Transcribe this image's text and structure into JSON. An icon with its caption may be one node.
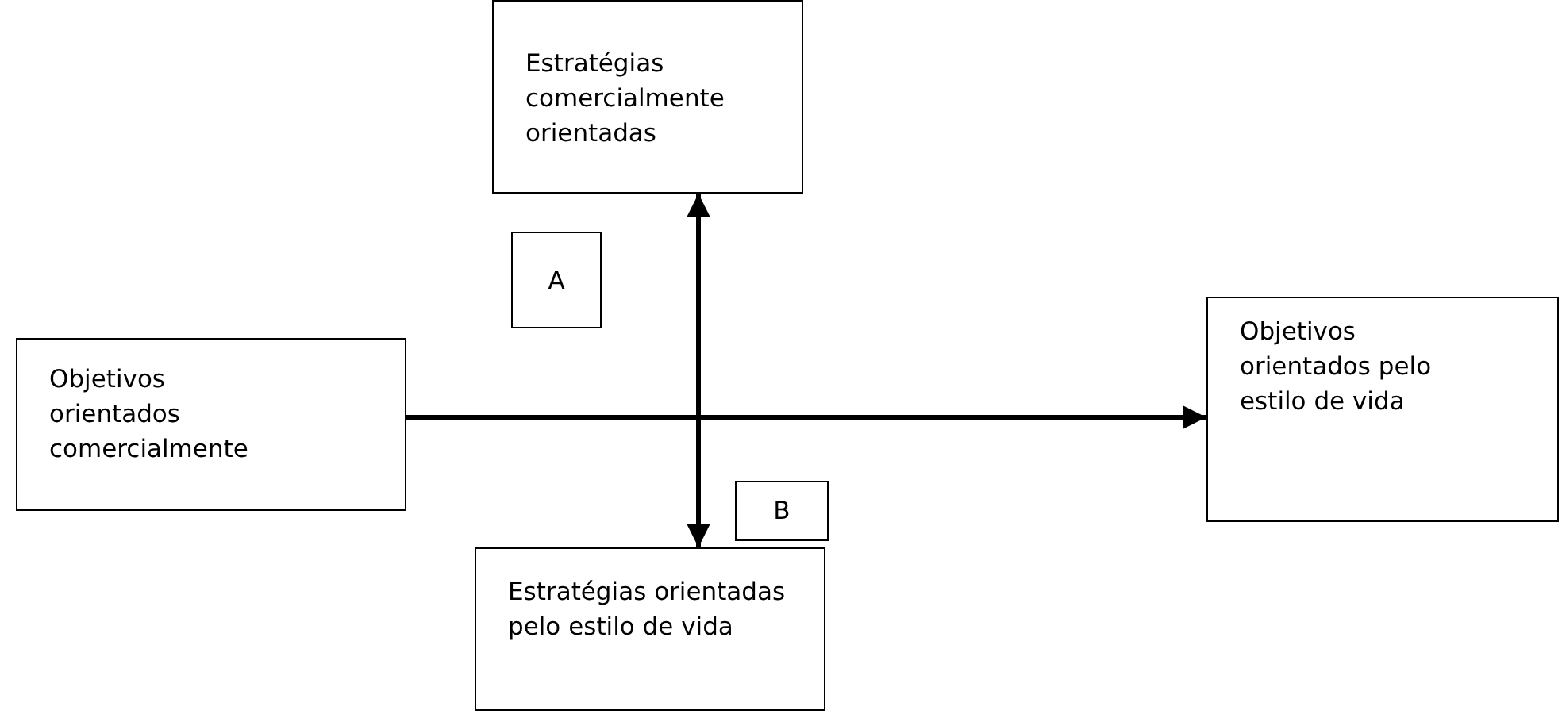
{
  "diagram": {
    "nodes": [
      {
        "text": [
          "Estratégias comercialmente orientadas"
        ]
      },
      {
        "text": [
          "A"
        ]
      },
      {
        "text": [
          "Objetivos orientados comercialmente"
        ]
      },
      {
        "text": [
          "Objetivos orientados pelo estilo de vida"
        ]
      },
      {
        "text": [
          "B"
        ]
      },
      {
        "text": [
          "Estratégias orientadas pelo estilo de vida"
        ]
      }
    ],
    "edges": [
      {
        "from": 0,
        "to": 5,
        "arrow": "both"
      },
      {
        "from": 2,
        "to": 3,
        "arrow": "to"
      }
    ]
  }
}
